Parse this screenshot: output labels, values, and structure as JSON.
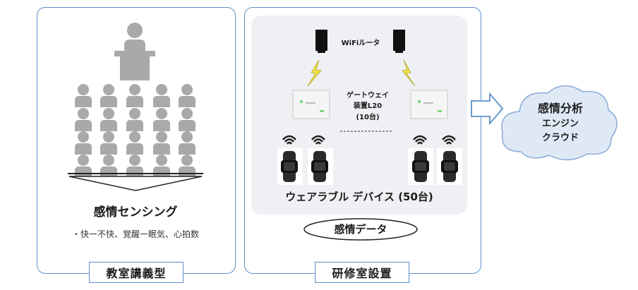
{
  "left_panel": {
    "heading": "感情センシング",
    "sub": "・快ー不快、覚醒ー眠気、心拍数",
    "caption": "教室講義型"
  },
  "right_panel": {
    "router_label": "WiFiルータ",
    "gateway_label_1": "ゲートウェイ",
    "gateway_label_2": "装置L20",
    "gateway_label_3": "(10台)",
    "wearable_label": "ウェアラブル デバイス (50台)",
    "data_label": "感情データ",
    "caption": "研修室設置"
  },
  "cloud": {
    "line1": "感情分析",
    "line2": "エンジン",
    "line3": "クラウド"
  },
  "colors": {
    "panel_border": "#5b8fc9",
    "person_gray": "#a9a9a9",
    "cloud_fill": "#dfe9f6",
    "bolt": "#f2e14a"
  }
}
